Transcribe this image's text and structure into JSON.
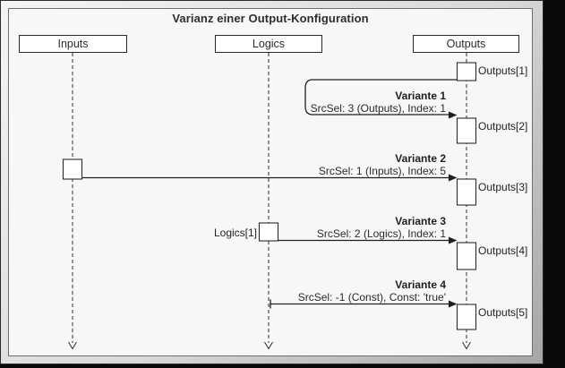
{
  "window": {
    "title": "Varianz einer Output-Konfiguration"
  },
  "lifelines": [
    {
      "label": "Inputs"
    },
    {
      "label": "Logics"
    },
    {
      "label": "Outputs"
    }
  ],
  "activations": [
    {
      "label": "Outputs[1]"
    },
    {
      "label": "Outputs[2]"
    },
    {
      "label": "Outputs[3]"
    },
    {
      "label": "Outputs[4]"
    },
    {
      "label": "Outputs[5]"
    },
    {
      "label": "Logics[1]"
    }
  ],
  "messages": [
    {
      "name": "Variante 1",
      "detail": "SrcSel: 3 (Outputs), Index: 1"
    },
    {
      "name": "Variante 2",
      "detail": "SrcSel: 1 (Inputs), Index: 5"
    },
    {
      "name": "Variante 3",
      "detail": "SrcSel: 2 (Logics), Index: 1"
    },
    {
      "name": "Variante 4",
      "detail": "SrcSel: -1 (Const), Const: 'true'"
    }
  ],
  "colors": {
    "line": "#2b2b2b",
    "panel_bg": "#f7f7f7",
    "frame_border": "#6e6e6e"
  }
}
